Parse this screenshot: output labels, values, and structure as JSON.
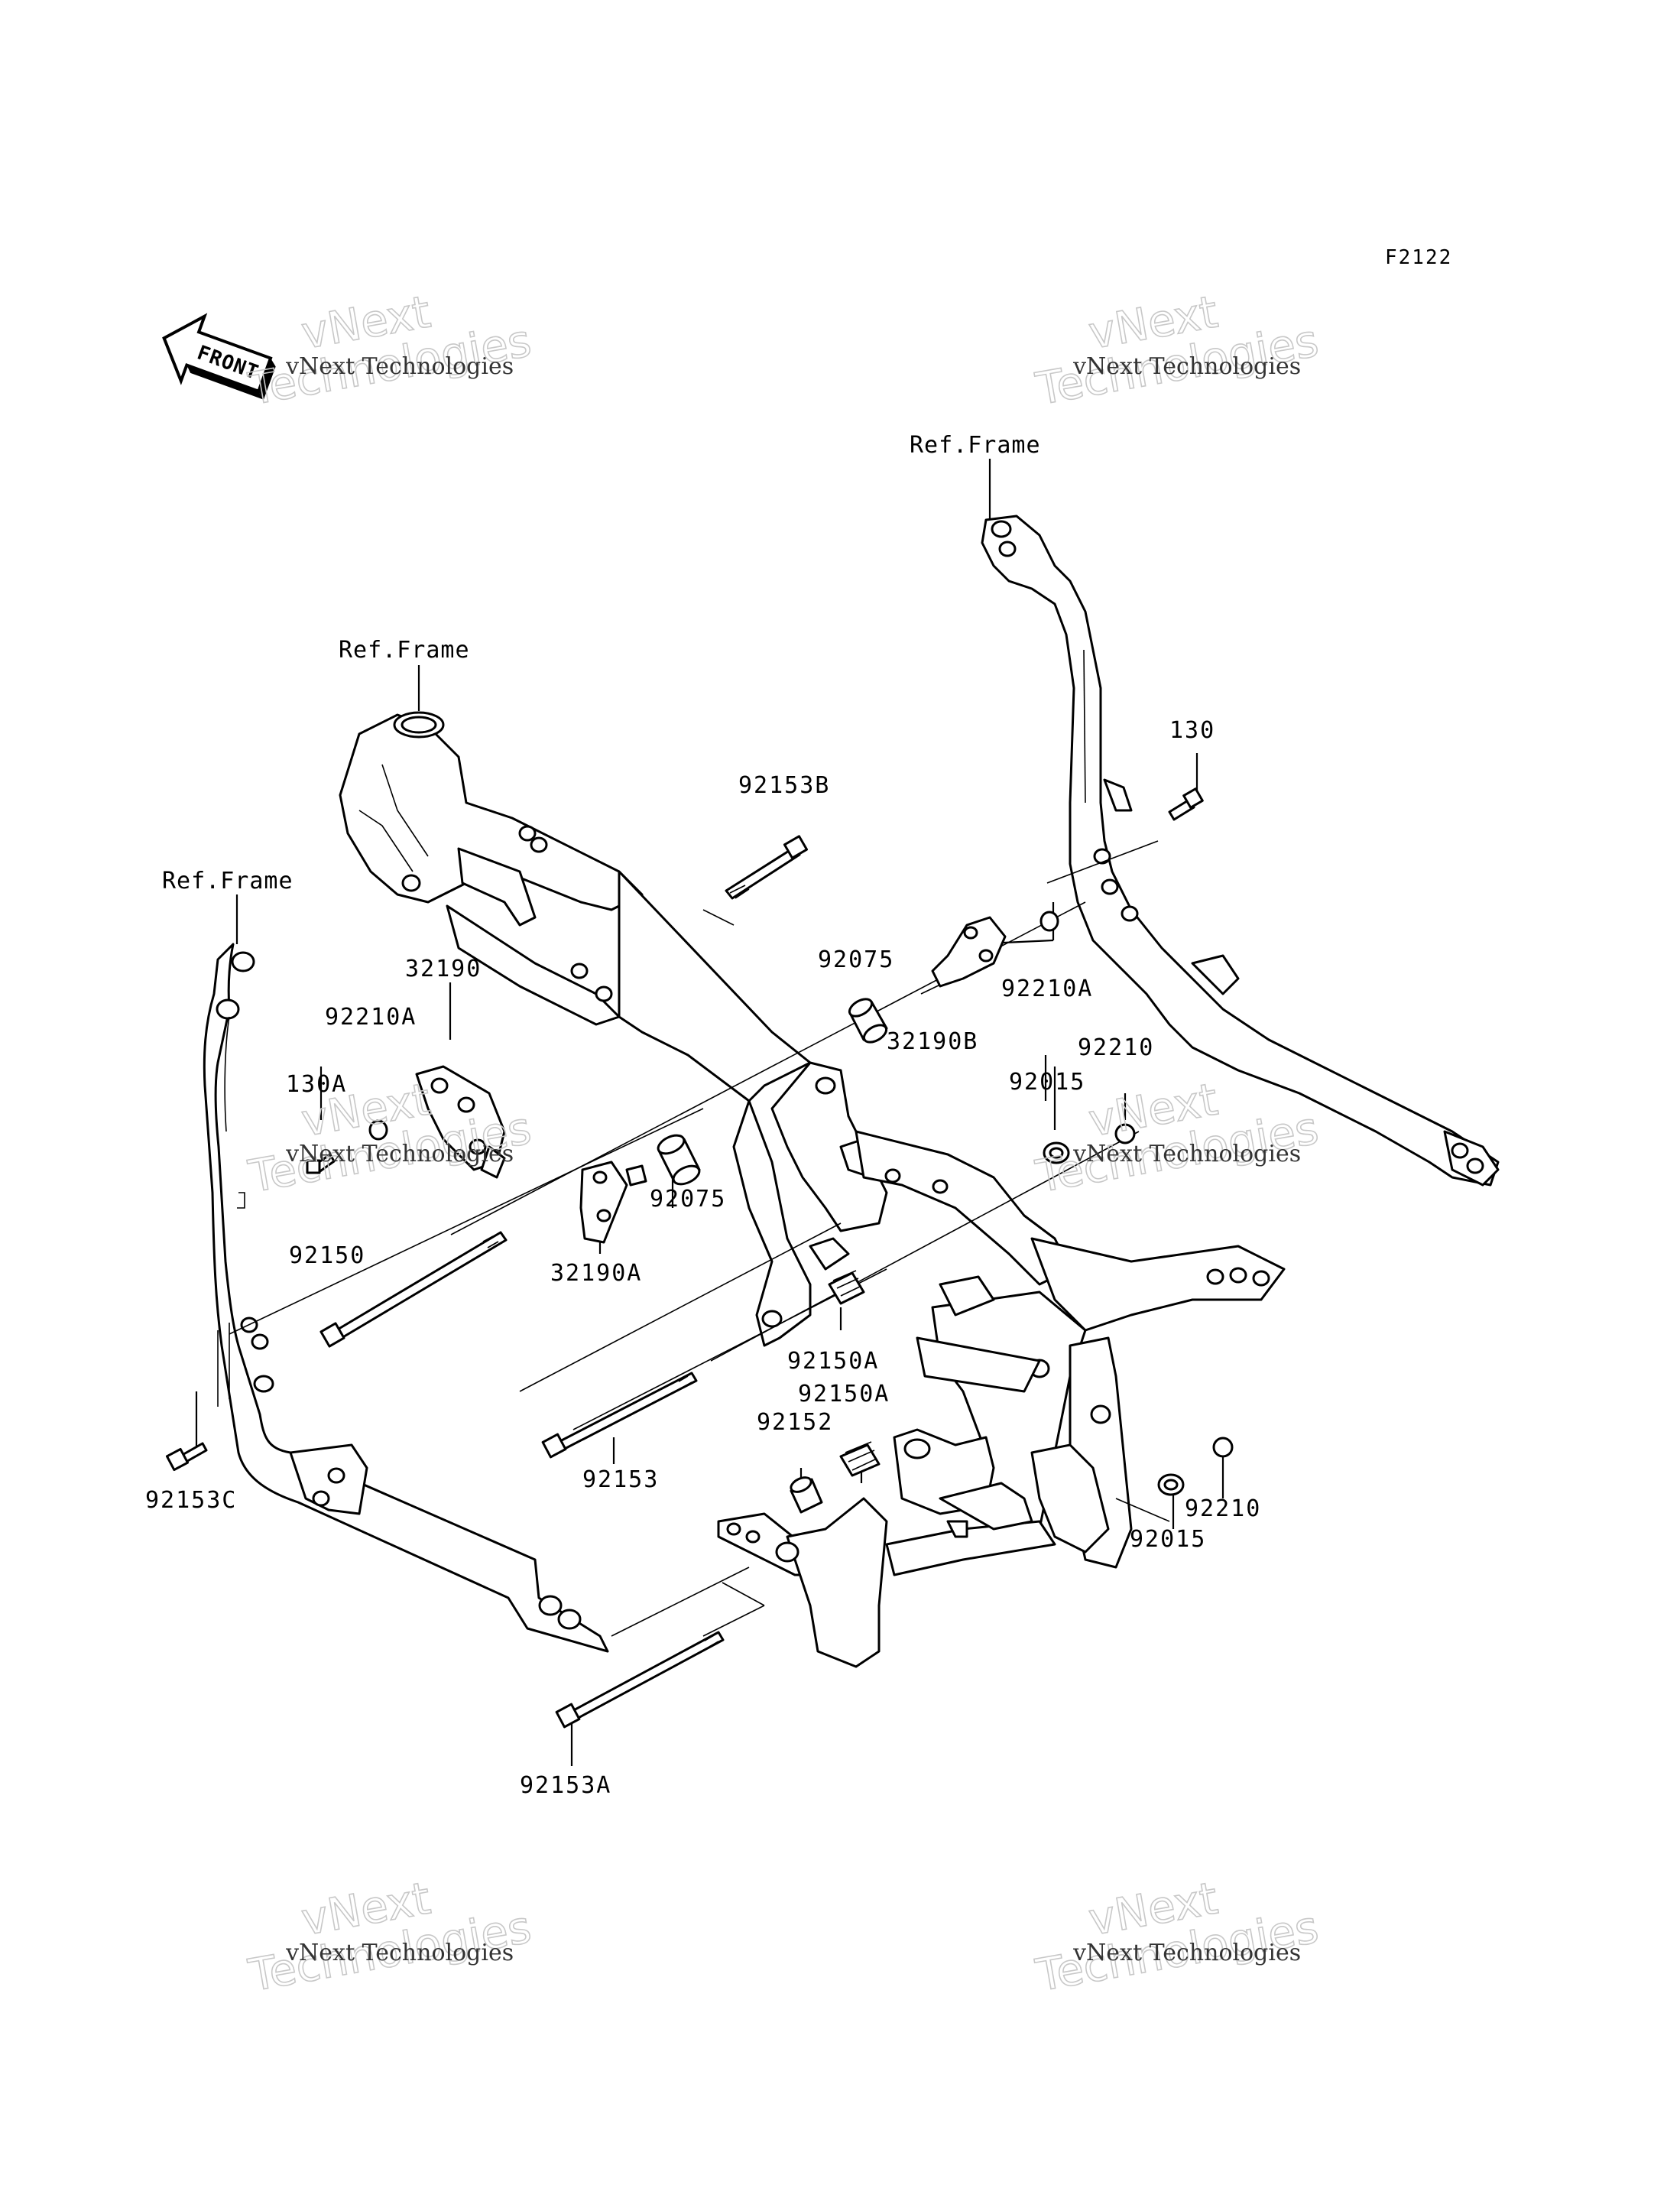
{
  "diagram_code": "F2122",
  "front_arrow_label": "FRONT",
  "ref_frame_label": "Ref.Frame",
  "parts": {
    "p130": "130",
    "p130A": "130A",
    "p32190": "32190",
    "p32190A": "32190A",
    "p32190B": "32190B",
    "p92015": "92015",
    "p92075": "92075",
    "p92150": "92150",
    "p92150A": "92150A",
    "p92152": "92152",
    "p92153": "92153",
    "p92153A": "92153A",
    "p92153B": "92153B",
    "p92153C": "92153C",
    "p92210": "92210",
    "p92210A": "92210A"
  },
  "watermark": {
    "small": "vNext Technologies",
    "big_top": "vNext",
    "big_bottom": "Technologies"
  }
}
